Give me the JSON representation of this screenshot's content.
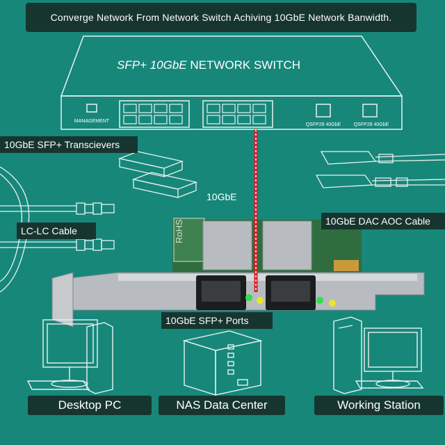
{
  "banner": {
    "text": "Converge Network From Network Switch Achiving 10GbE Network Banwidth."
  },
  "switch": {
    "title_italic": "SFP+ 10GbE",
    "title_rest": " NETWORK SWITCH",
    "management_label": "MANAGEMENT",
    "qsfp_label_1": "QSFP28 40GbE",
    "qsfp_label_2": "QSFP28 40GbE"
  },
  "labels": {
    "transceivers": "10GbE SFP+ Transcievers",
    "speed": "10GbE",
    "dac_aoc": "10GbE DAC AOC Cable",
    "lc_cable": "LC-LC Cable",
    "sfp_ports": "10GbE SFP+ Ports"
  },
  "devices": [
    {
      "label": "Desktop PC"
    },
    {
      "label": "NAS Data Center"
    },
    {
      "label": "Working Station"
    }
  ],
  "nic": {
    "brand_text": "RoHS"
  },
  "colors": {
    "background": "#17877a",
    "dark_label": "#17352f",
    "line": "#e8f4f2",
    "link_red": "#d61f2b"
  }
}
